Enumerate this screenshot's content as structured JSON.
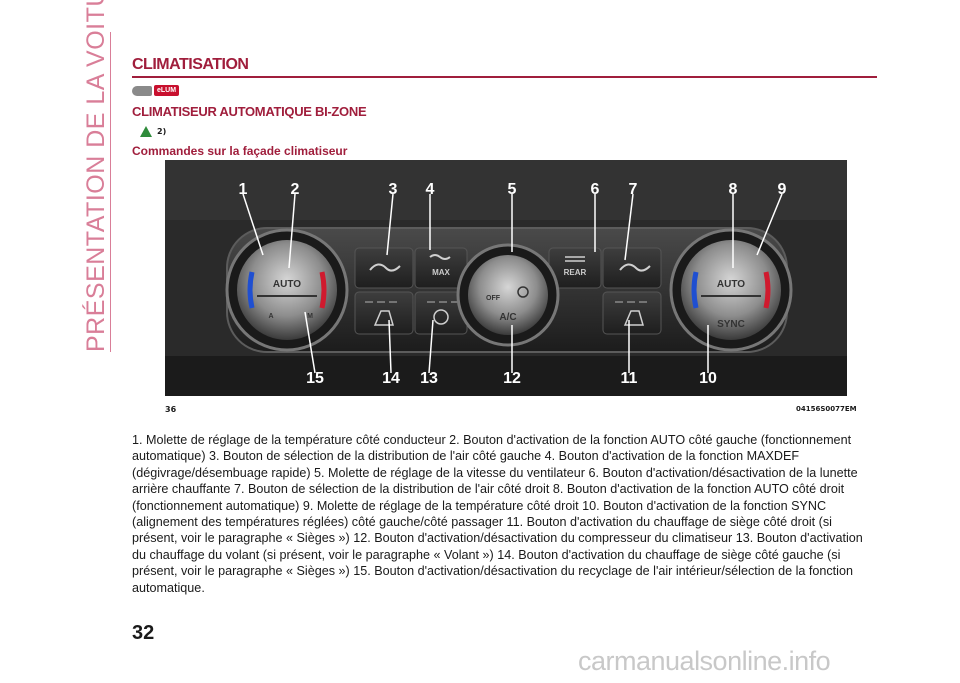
{
  "sidebar": {
    "section": "PRÉSENTATION DE LA VOITURE"
  },
  "header": {
    "title": "CLIMATISATION"
  },
  "elum": {
    "badge": "eLUM"
  },
  "subsection": {
    "title": "CLIMATISEUR AUTOMATIQUE BI-ZONE"
  },
  "warning": {
    "ref": "2)"
  },
  "subsubsection": {
    "title": "Commandes sur la façade climatiseur"
  },
  "figure": {
    "number": "36",
    "code": "04156S0077EM",
    "callouts": [
      "1",
      "2",
      "3",
      "4",
      "5",
      "6",
      "7",
      "8",
      "9",
      "10",
      "11",
      "12",
      "13",
      "14",
      "15"
    ],
    "labels": {
      "auto_left": "AUTO",
      "a_left": "A",
      "m_left": "M",
      "max": "MAX",
      "off": "OFF",
      "ac": "A/C",
      "rear": "REAR",
      "auto_right": "AUTO",
      "sync": "SYNC"
    },
    "colors": {
      "cold": "#1f4fd1",
      "hot": "#d01a2e",
      "callout": "#ffffff"
    }
  },
  "body": {
    "text": "1. Molette de réglage de la température côté conducteur 2. Bouton d'activation de la fonction AUTO côté gauche (fonctionnement automatique) 3. Bouton de sélection de la distribution de l'air côté gauche 4. Bouton d'activation de la fonction MAXDEF (dégivrage/désembuage rapide) 5. Molette de réglage de la vitesse du ventilateur 6. Bouton d'activation/désactivation de la lunette arrière chauffante 7. Bouton de sélection de la distribution de l'air côté droit 8. Bouton d'activation de la fonction AUTO côté droit (fonctionnement automatique) 9. Molette de réglage de la température côté droit 10. Bouton d'activation de la fonction SYNC (alignement des températures réglées) côté gauche/côté passager 11. Bouton d'activation du chauffage de siège côté droit (si présent, voir le paragraphe « Sièges ») 12. Bouton d'activation/désactivation du compresseur du climatiseur 13. Bouton d'activation du chauffage du volant (si présent, voir le paragraphe « Volant ») 14. Bouton d'activation du chauffage de siège côté gauche (si présent, voir le paragraphe « Sièges ») 15. Bouton d'activation/désactivation du recyclage de l'air intérieur/sélection de la fonction automatique."
  },
  "footer": {
    "page_number": "32",
    "watermark": "carmanualsonline.info"
  }
}
